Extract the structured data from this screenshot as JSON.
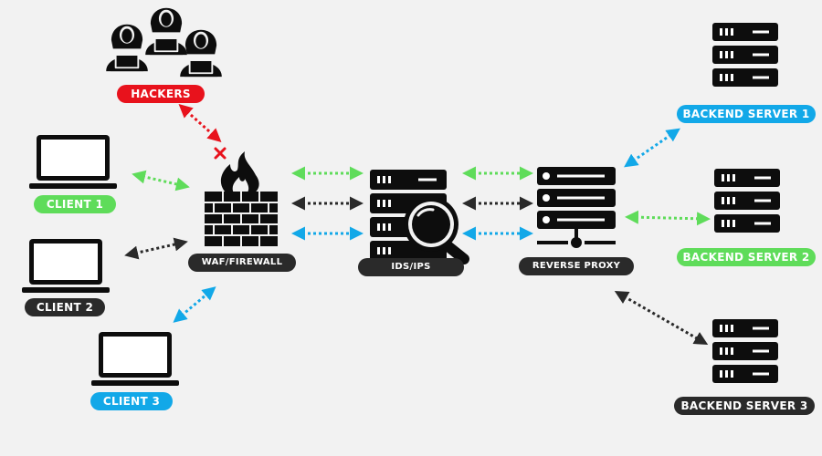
{
  "labels": {
    "hackers": "HACKERS",
    "client1": "CLIENT 1",
    "client2": "CLIENT 2",
    "client3": "CLIENT 3",
    "firewall": "WAF/FIREWALL",
    "ids": "IDS/IPS",
    "proxy": "REVERSE PROXY",
    "server1": "BACKEND SERVER 1",
    "server2": "BACKEND SERVER 2",
    "server3": "BACKEND SERVER 3"
  },
  "colors": {
    "red": "#e8121c",
    "green": "#5fdc5a",
    "dark": "#2a2a2a",
    "blue": "#12a8e8",
    "icon": "#0d0d0d",
    "background": "#f2f2f2"
  }
}
